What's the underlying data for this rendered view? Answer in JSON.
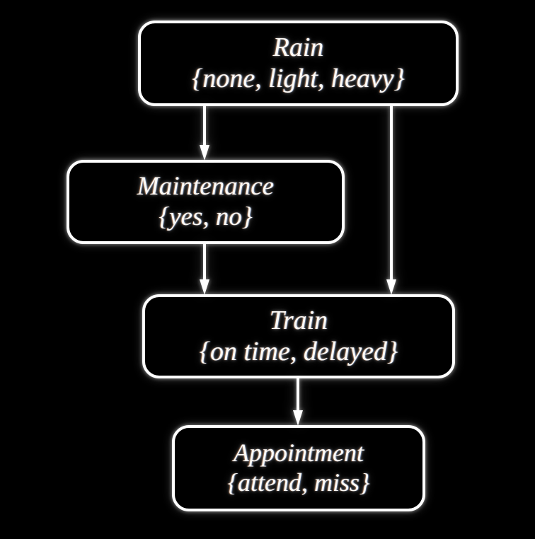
{
  "diagram": {
    "type": "bayesian-network-dag",
    "background_color": "#000000",
    "node_stroke_color": "#ffffff",
    "text_color": "#fdfbf7",
    "nodes": [
      {
        "id": "rain",
        "label": "Rain",
        "states_text": "{none, light, heavy}",
        "states": [
          "none",
          "light",
          "heavy"
        ]
      },
      {
        "id": "maintenance",
        "label": "Maintenance",
        "states_text": "{yes, no}",
        "states": [
          "yes",
          "no"
        ]
      },
      {
        "id": "train",
        "label": "Train",
        "states_text": "{on time, delayed}",
        "states": [
          "on time",
          "delayed"
        ]
      },
      {
        "id": "appointment",
        "label": "Appointment",
        "states_text": "{attend, miss}",
        "states": [
          "attend",
          "miss"
        ]
      }
    ],
    "edges": [
      {
        "id": "rain-maintenance",
        "from": "rain",
        "to": "maintenance",
        "arrow": "down-arrow-icon"
      },
      {
        "id": "rain-train",
        "from": "rain",
        "to": "train",
        "arrow": "down-arrow-icon"
      },
      {
        "id": "maintenance-train",
        "from": "maintenance",
        "to": "train",
        "arrow": "down-arrow-icon"
      },
      {
        "id": "train-appointment",
        "from": "train",
        "to": "appointment",
        "arrow": "down-arrow-icon"
      }
    ]
  }
}
